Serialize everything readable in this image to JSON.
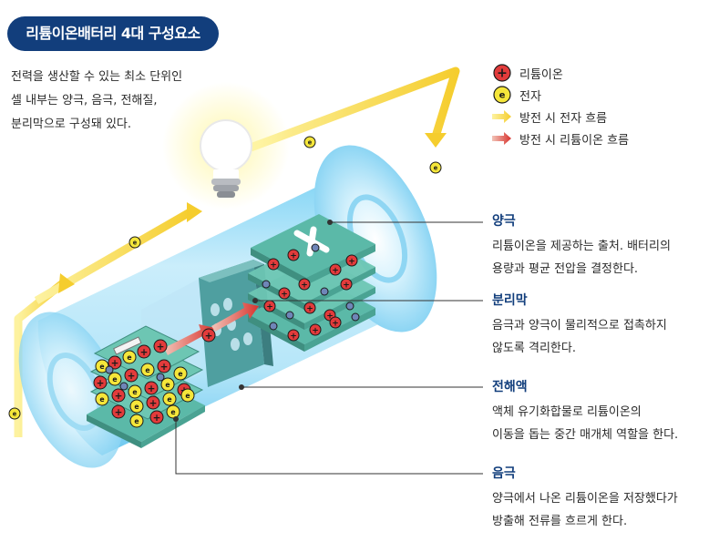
{
  "title": "리튬이온배터리 4대 구성요소",
  "intro": {
    "lines": [
      "전력을 생산할 수 있는 최소 단위인",
      "셀 내부는 양극, 음극, 전해질,",
      "분리막으로 구성돼 있다."
    ]
  },
  "legend": [
    {
      "icon": "lithium-ion-icon",
      "label": "리튬이온"
    },
    {
      "icon": "electron-icon",
      "label": "전자"
    },
    {
      "icon": "yellow-arrow-icon",
      "label": "방전 시 전자 흐름"
    },
    {
      "icon": "red-arrow-icon",
      "label": "방전 시 리튬이온 흐름"
    }
  ],
  "components": [
    {
      "name": "양극",
      "lines": [
        "리튬이온을 제공하는 출처. 배터리의",
        "용량과 평균 전압을 결정한다."
      ]
    },
    {
      "name": "분리막",
      "lines": [
        "음극과 양극이 물리적으로 접촉하지",
        "않도록 격리한다."
      ]
    },
    {
      "name": "전해액",
      "lines": [
        "액체 유기화합물로 리튬이온의",
        "이동을 돕는 중간 매개체 역할을 한다."
      ]
    },
    {
      "name": "음극",
      "lines": [
        "양극에서 나온 리튬이온을 저장했다가",
        "방출해 전류를 흐르게 한다."
      ]
    }
  ],
  "symbols": {
    "plus": "+",
    "electron": "e",
    "minus": "−"
  },
  "colors": {
    "title_bg": "#123e7c",
    "heading": "#123e7c",
    "lithium_ion": "#e23b3b",
    "electron": "#f5e63a",
    "electron_flow": "#f7d84a",
    "ion_flow": "#d8332e",
    "cylinder": "#7fd4f5",
    "electrode": "#5bb9a8"
  }
}
